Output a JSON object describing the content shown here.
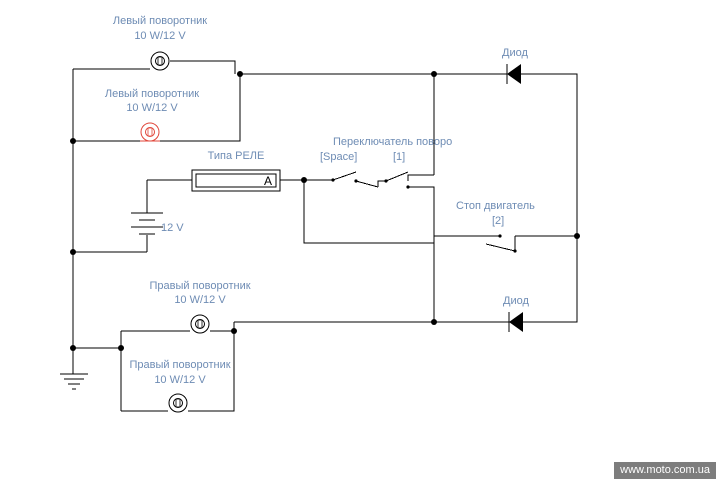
{
  "labels": {
    "lamp_left_top_name": "Левый поворотник",
    "lamp_left_top_rating": "10 W/12 V",
    "lamp_left_bottom_name": "Левый поворотник",
    "lamp_left_bottom_rating": "10 W/12 V",
    "relay_name": "Типа РЕЛЕ",
    "relay_symbol": "A",
    "battery_voltage": "12 V",
    "switch_name": "Переключатель поворо",
    "switch_key_space": "[Space]",
    "switch_key_1": "[1]",
    "stop_name": "Стоп двигатель",
    "stop_key_2": "[2]",
    "diode_top": "Диод",
    "diode_bottom": "Диод",
    "lamp_right_top_name": "Правый поворотник",
    "lamp_right_top_rating": "10 W/12 V",
    "lamp_right_bottom_name": "Правый поворотник",
    "lamp_right_bottom_rating": "10 W/12 V"
  },
  "watermark": "www.moto.com.ua",
  "colors": {
    "label": "#6e8cb4",
    "wire": "#000000",
    "selected": "#e0463a",
    "watermark_bg": "#7d7d7d"
  }
}
